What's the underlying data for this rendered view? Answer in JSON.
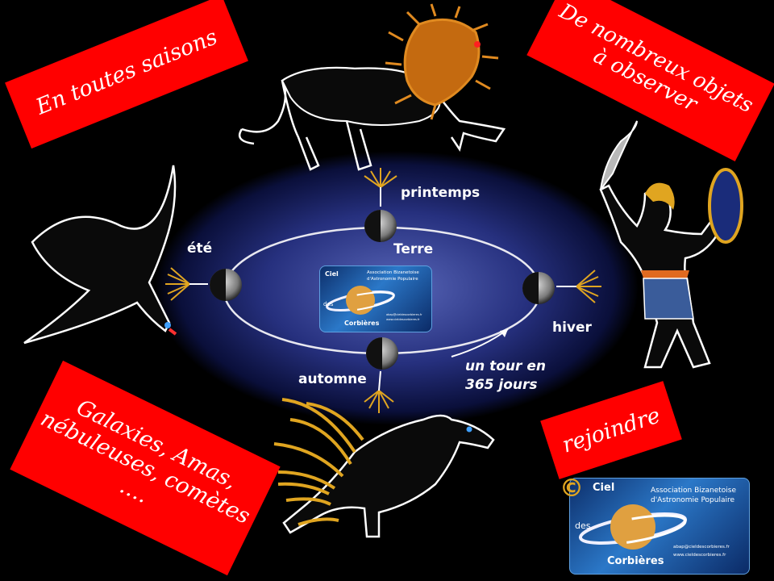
{
  "banners": {
    "top_left": "En toutes saisons",
    "top_right_line1": "De nombreux objets",
    "top_right_line2": "à observer",
    "bottom_left_line1": "Galaxies, Amas,",
    "bottom_left_line2": "nébuleuses, comètes",
    "bottom_left_line3": "….",
    "bottom_right": "rejoindre"
  },
  "diagram": {
    "center_label": "Terre",
    "seasons": {
      "spring": "printemps",
      "summer": "été",
      "autumn": "automne",
      "winter": "hiver"
    },
    "orbit_note_line1": "un tour en",
    "orbit_note_line2": "365 jours"
  },
  "logo": {
    "name_word1": "Ciel",
    "name_word2": "des",
    "name_word3": "Corbières",
    "org_line1": "Association Bizanetoise",
    "org_line2": "d'Astronomie Populaire",
    "email": "abap@cieldescorbieres.fr",
    "website": "www.cieldescorbieres.fr",
    "copyright_symbol": "©"
  },
  "colors": {
    "banner_red": "#ff0000",
    "background": "#000000",
    "ellipse_blue": "#1f2a8a",
    "gold": "#e0a520"
  },
  "icons": [
    "lion-constellation-icon",
    "swan-constellation-icon",
    "warrior-constellation-icon",
    "pegasus-constellation-icon",
    "saturn-icon"
  ]
}
